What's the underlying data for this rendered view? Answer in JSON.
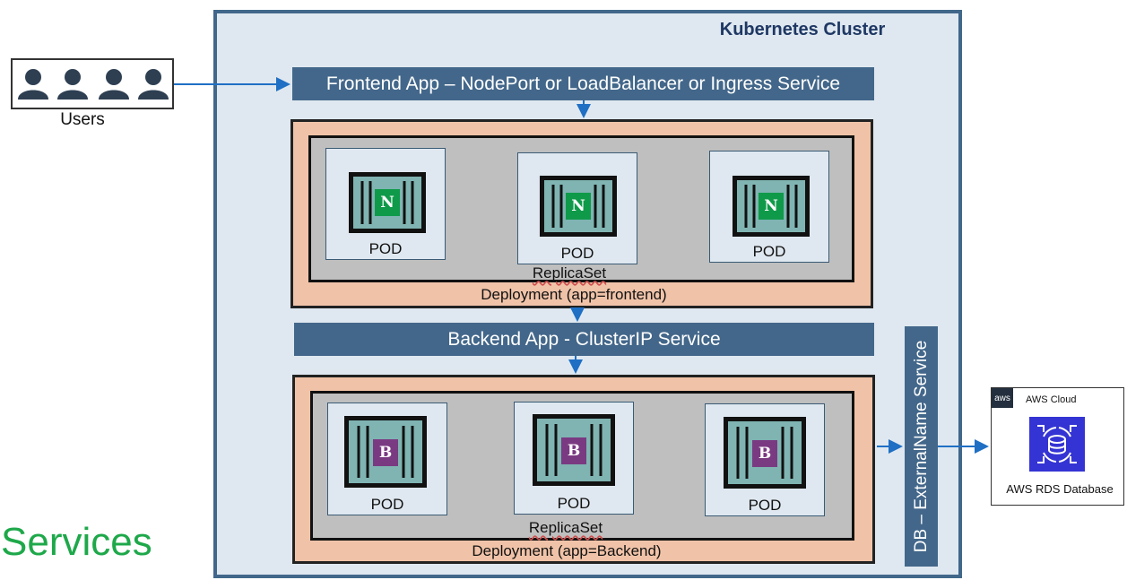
{
  "cluster": {
    "title": "Kubernetes Cluster"
  },
  "users": {
    "label": "Users",
    "count": 4
  },
  "frontend": {
    "service_label": "Frontend App – NodePort or LoadBalancer or Ingress Service",
    "deployment_label": "Deployment (app=frontend)",
    "replicaset_label": "ReplicaSet",
    "pods": [
      {
        "label": "POD",
        "badge": "N"
      },
      {
        "label": "POD",
        "badge": "N"
      },
      {
        "label": "POD",
        "badge": "N"
      }
    ]
  },
  "backend": {
    "service_label": "Backend App - ClusterIP Service",
    "deployment_label": "Deployment (app=Backend)",
    "replicaset_label": "ReplicaSet",
    "pods": [
      {
        "label": "POD",
        "badge": "B"
      },
      {
        "label": "POD",
        "badge": "B"
      },
      {
        "label": "POD",
        "badge": "B"
      }
    ]
  },
  "db_service": {
    "label": "DB – ExternalName  Service"
  },
  "aws": {
    "logo_text": "aws",
    "cloud_label": "AWS Cloud",
    "rds_label": "AWS  RDS Database",
    "rds_icon": "rds-database-icon"
  },
  "page_label": "Services",
  "colors": {
    "service_bar": "#43678a",
    "deployment": "#f0c3a8",
    "replicaset": "#bfbfbf",
    "pod": "#dfe8f0",
    "frontend_badge": "#0f9a4a",
    "backend_badge": "#7a3a82",
    "arrow": "#1f6fc4",
    "services_text": "#1ea84a"
  }
}
